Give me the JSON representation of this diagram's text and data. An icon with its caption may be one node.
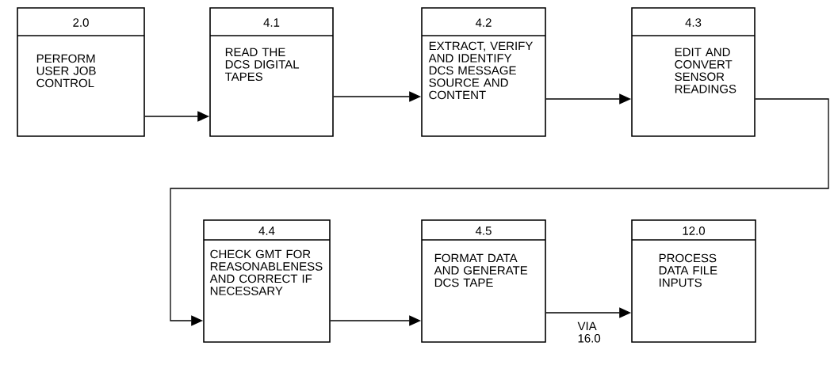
{
  "diagram": {
    "nodes": [
      {
        "text": [
          "2.0",
          "PERFORM USER JOB CONTROL"
        ]
      },
      {
        "text": [
          "4.1",
          "READ THE DCS DIGITAL TAPES"
        ]
      },
      {
        "text": [
          "4.2",
          "EXTRACT, VERIFY AND IDENTIFY DCS MESSAGE SOURCE AND CONTENT"
        ]
      },
      {
        "text": [
          "4.3",
          "EDIT AND CONVERT SENSOR READINGS"
        ]
      },
      {
        "text": [
          "4.4",
          "CHECK GMT FOR REASONABLENESS AND CORRECT IF NECESSARY"
        ]
      },
      {
        "text": [
          "4.5",
          "FORMAT DATA AND GENERATE DCS TAPE"
        ]
      },
      {
        "text": [
          "12.0",
          "PROCESS DATA FILE INPUTS"
        ]
      }
    ],
    "edges": [
      {
        "from": 0,
        "to": 1,
        "arrow": "to"
      },
      {
        "from": 1,
        "to": 2,
        "arrow": "to"
      },
      {
        "from": 2,
        "to": 3,
        "arrow": "to"
      },
      {
        "from": 3,
        "to": 4,
        "arrow": "to"
      },
      {
        "from": 4,
        "to": 5,
        "arrow": "to"
      },
      {
        "from": 5,
        "to": 6,
        "arrow": "to",
        "label": "VIA 16.0"
      }
    ]
  }
}
